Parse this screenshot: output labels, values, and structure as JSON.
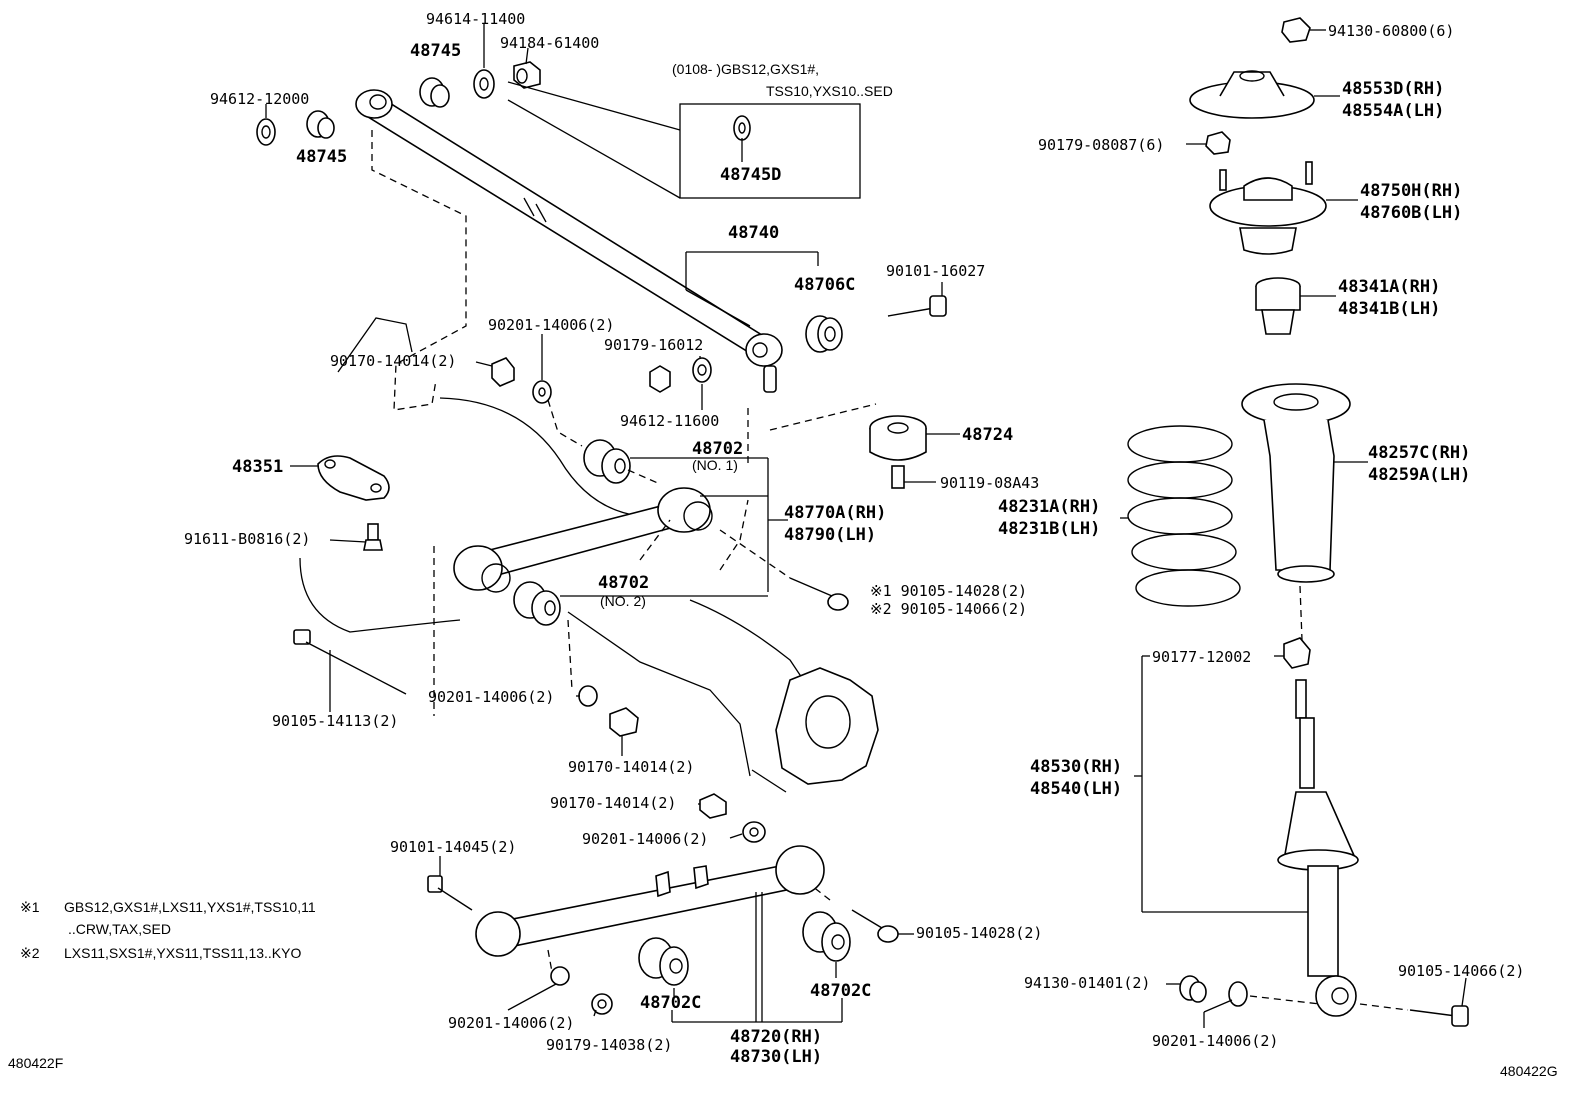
{
  "diagram": {
    "code_left": "480422F",
    "code_right": "480422G",
    "applicability": {
      "line1": "(0108-      )GBS12,GXS1#,",
      "line2": "TSS10,YXS10..SED"
    },
    "footnotes": {
      "n1_mark": "※1",
      "n1_line1": "GBS12,GXS1#,LXS11,YXS1#,TSS10,11",
      "n1_line2": "..CRW,TAX,SED",
      "n2_mark": "※2",
      "n2_line1": "LXS11,SXS1#,YXS11,TSS11,13..KYO"
    },
    "labels": {
      "p94614_11400": "94614-11400",
      "p48745_a": "48745",
      "p94184_61400": "94184-61400",
      "p94612_12000": "94612-12000",
      "p48745_b": "48745",
      "p48745D": "48745D",
      "p48740": "48740",
      "p48706C": "48706C",
      "p90101_16027": "90101-16027",
      "p90201_14006_a": "90201-14006(2)",
      "p90170_14014_a": "90170-14014(2)",
      "p90179_16012": "90179-16012",
      "p94612_11600": "94612-11600",
      "p48724": "48724",
      "p90119_08A43": "90119-08A43",
      "p48702_a": "48702",
      "p48702_no1": "(NO. 1)",
      "p48351": "48351",
      "p48770A": "48770A(RH)",
      "p48790": "48790(LH)",
      "p91611_B0816": "91611-B0816(2)",
      "p48702_b": "48702",
      "p48702_no2": "(NO. 2)",
      "p90105_14028_a": "※1 90105-14028(2)",
      "p90105_14066_a": "※2 90105-14066(2)",
      "p90201_14006_b": "90201-14006(2)",
      "p90105_14113": "90105-14113(2)",
      "p90170_14014_b": "90170-14014(2)",
      "p90170_14014_c": "90170-14014(2)",
      "p90201_14006_c": "90201-14006(2)",
      "p90101_14045": "90101-14045(2)",
      "p90105_14028_b": "90105-14028(2)",
      "p90201_14006_d": "90201-14006(2)",
      "p90179_14038": "90179-14038(2)",
      "p48702C_a": "48702C",
      "p48702C_b": "48702C",
      "p48720": "48720(RH)",
      "p48730": "48730(LH)",
      "p94130_60800": "94130-60800(6)",
      "p48553D": "48553D(RH)",
      "p48554A": "48554A(LH)",
      "p90179_08087": "90179-08087(6)",
      "p48750H": "48750H(RH)",
      "p48760B": "48760B(LH)",
      "p48341A": "48341A(RH)",
      "p48341B": "48341B(LH)",
      "p48257C": "48257C(RH)",
      "p48259A": "48259A(LH)",
      "p48231A": "48231A(RH)",
      "p48231B": "48231B(LH)",
      "p90177_12002": "90177-12002",
      "p48530": "48530(RH)",
      "p48540": "48540(LH)",
      "p94130_01401": "94130-01401(2)",
      "p90201_14006_e": "90201-14006(2)",
      "p90105_14066_b": "90105-14066(2)"
    }
  }
}
